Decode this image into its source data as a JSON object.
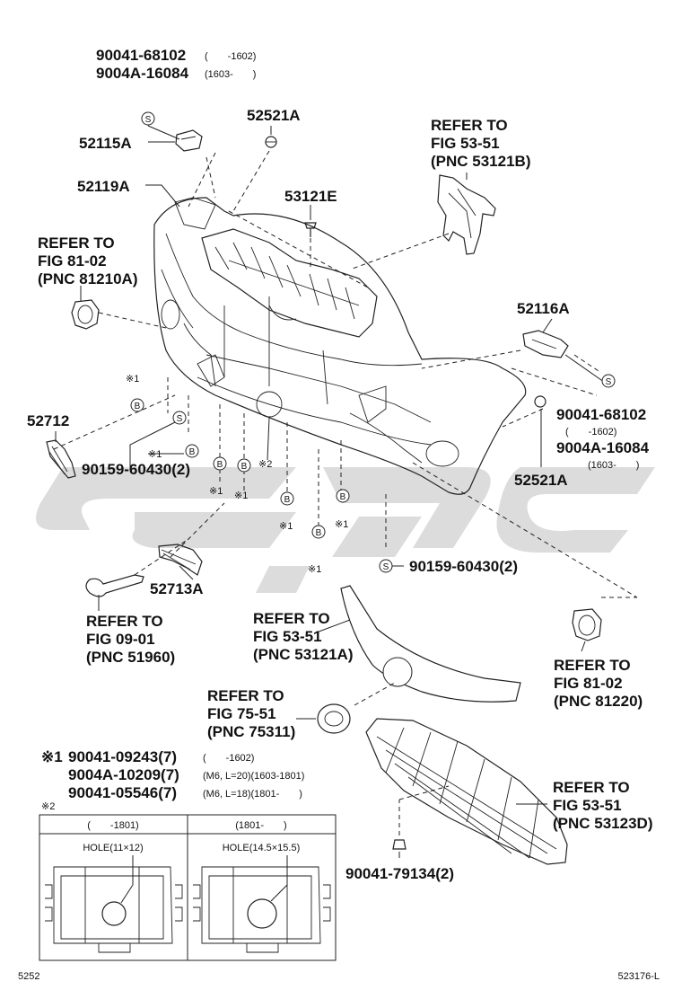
{
  "parts": {
    "p1": "90041-68102",
    "p1_note": "(　　-1602)",
    "p2": "9004A-16084",
    "p2_note": "(1603-　　)",
    "p_52521A_top": "52521A",
    "p_52115A": "52115A",
    "p_52119A": "52119A",
    "p_53121E": "53121E",
    "p_52116A": "52116A",
    "p_52712": "52712",
    "p_90159_left": "90159-60430(2)",
    "p_52713A": "52713A",
    "p_90041_right": "90041-68102",
    "p_90041_right_note": "(　　-1602)",
    "p_9004A_right": "9004A-16084",
    "p_9004A_right_note": "(1603-　　)",
    "p_52521A_right": "52521A",
    "p_90159_bottom": "90159-60430(2)",
    "p_90041_79134": "90041-79134(2)"
  },
  "refers": {
    "r1": [
      "REFER TO",
      "FIG 53-51",
      "(PNC 53121B)"
    ],
    "r2": [
      "REFER TO",
      "FIG 81-02",
      "(PNC 81210A)"
    ],
    "r3": [
      "REFER TO",
      "FIG 09-01",
      "(PNC 51960)"
    ],
    "r4": [
      "REFER TO",
      "FIG 53-51",
      "(PNC 53121A)"
    ],
    "r5": [
      "REFER TO",
      "FIG 81-02",
      "(PNC 81220)"
    ],
    "r6": [
      "REFER TO",
      "FIG 75-51",
      "(PNC 75311)"
    ],
    "r7": [
      "REFER TO",
      "FIG 53-51",
      "(PNC 53123D)"
    ]
  },
  "markers": {
    "ref1": "※1",
    "ref2": "※2",
    "s": "S",
    "b": "B"
  },
  "legend": {
    "mark1": "※1",
    "l1_part": "90041-09243(7)",
    "l1_note": "(　　-1602)",
    "l2_part": "9004A-10209(7)",
    "l2_note": "(M6, L=20)(1603-1801)",
    "l3_part": "90041-05546(7)",
    "l3_note": "(M6, L=18)(1801-　　)",
    "mark2": "※2",
    "col1_head": "(　　-1801)",
    "col2_head": "(1801-　　)",
    "col1_hole": "HOLE(11×12)",
    "col2_hole": "HOLE(14.5×15.5)"
  },
  "footer": {
    "left": "5252",
    "right": "523176-L"
  }
}
